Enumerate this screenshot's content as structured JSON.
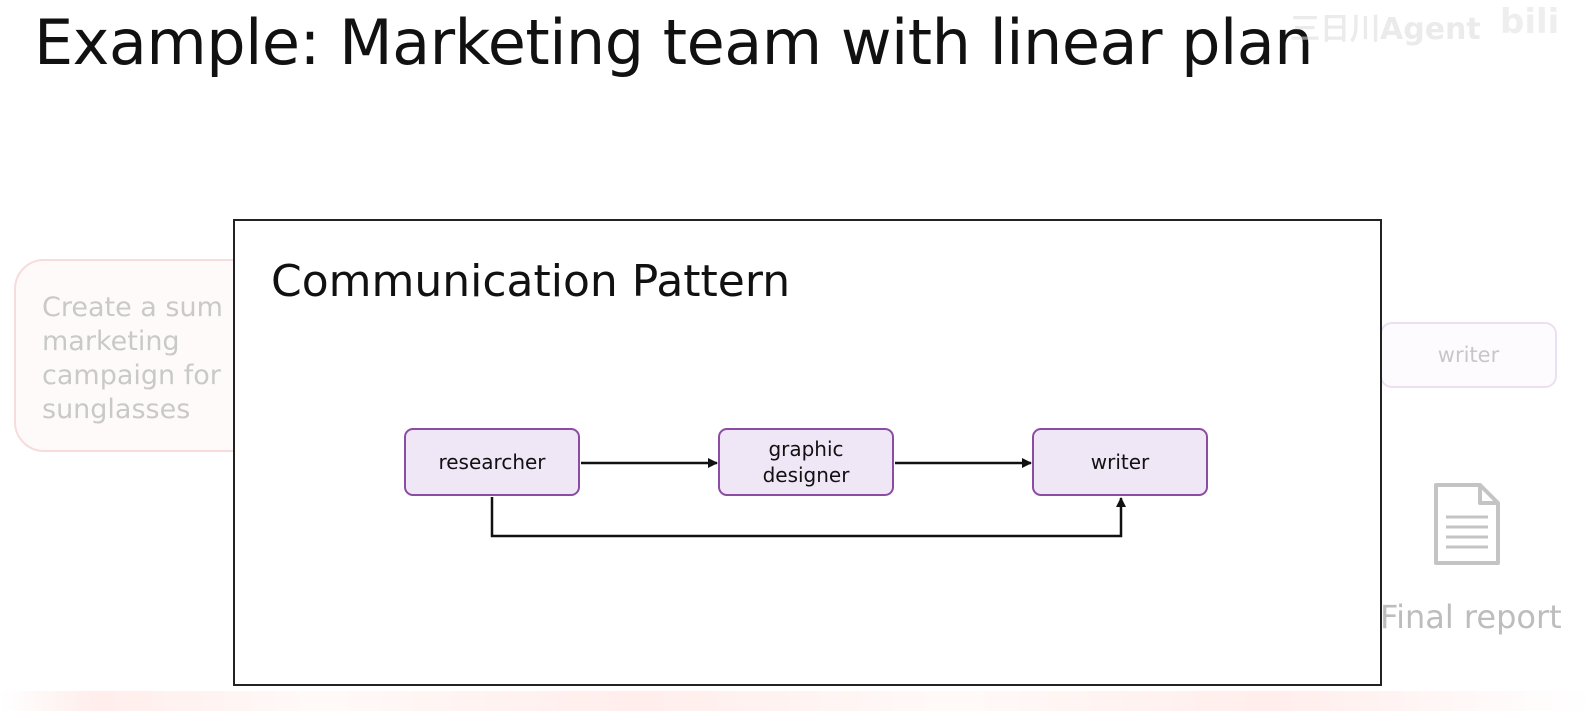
{
  "slide": {
    "title": "Example: Marketing team with linear plan"
  },
  "watermark": {
    "text": "三日川Agent",
    "logo": "bili"
  },
  "background": {
    "prompt_text": "Create a sum\nmarketing\ncampaign for\nsunglasses",
    "writer_label": "writer",
    "final_report_label": "Final report",
    "final_report_icon": "document-icon"
  },
  "pattern": {
    "title": "Communication Pattern",
    "nodes": [
      {
        "id": "researcher",
        "label": "researcher"
      },
      {
        "id": "graphic-designer",
        "label": "graphic\ndesigner"
      },
      {
        "id": "writer",
        "label": "writer"
      }
    ],
    "edges": [
      {
        "from": "researcher",
        "to": "graphic-designer"
      },
      {
        "from": "graphic-designer",
        "to": "writer"
      },
      {
        "from": "researcher",
        "to": "writer"
      }
    ],
    "colors": {
      "node_fill": "#efe6f6",
      "node_border": "#8b4ca3",
      "edge": "#111111"
    }
  }
}
